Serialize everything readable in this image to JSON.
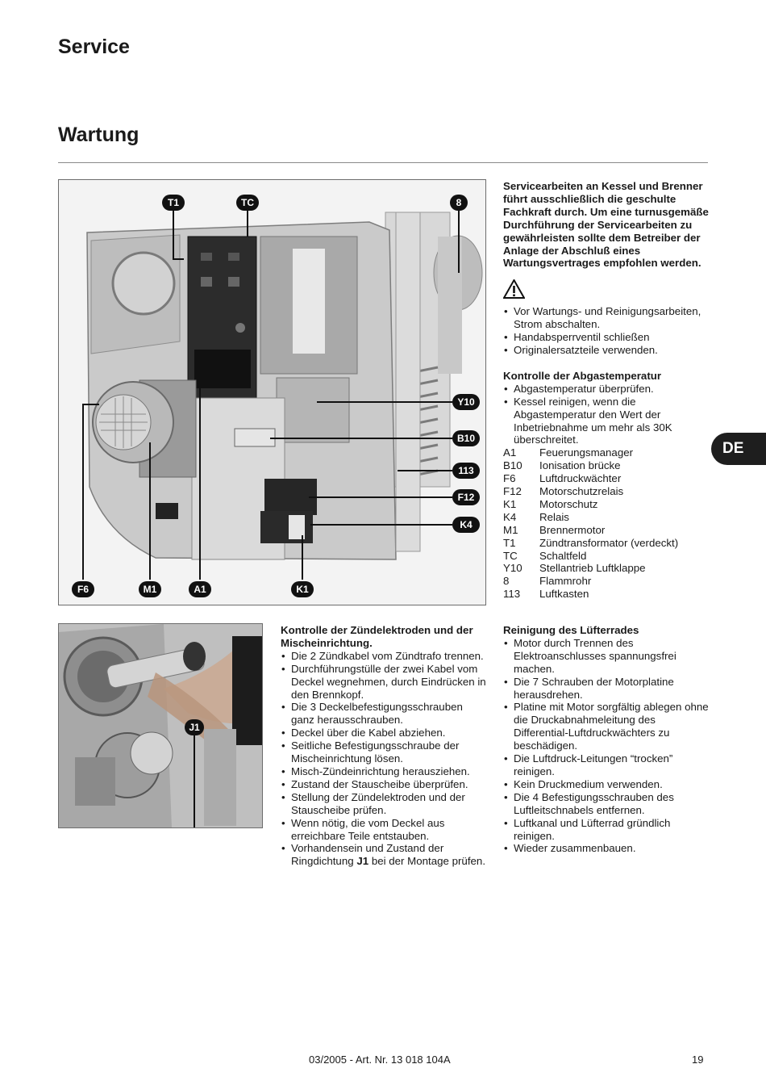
{
  "header": {
    "section_title": "Service",
    "subtitle": "Wartung"
  },
  "figure1": {
    "callouts": [
      "T1",
      "TC",
      "8",
      "Y10",
      "B10",
      "113",
      "F12",
      "K4",
      "F6",
      "M1",
      "A1",
      "K1"
    ]
  },
  "figure2": {
    "callouts": [
      "J1"
    ]
  },
  "intro": {
    "bold_text": "Servicearbeiten an Kessel und Brenner führt ausschließlich die geschulte Fachkraft durch. Um eine turnusgemäße Durchführung der Servicearbeiten zu gewährleisten sollte dem Betreiber der Anlage der Abschluß eines Wartungsvertrages empfohlen werden.",
    "warning_icon": "warning-triangle-icon",
    "bullets": [
      "Vor Wartungs- und Reinigungsarbeiten, Strom abschalten.",
      "Handabsperrventil schließen",
      "Originalersatzteile verwenden."
    ]
  },
  "abgas": {
    "heading": "Kontrolle der Abgastemperatur",
    "bullets": [
      "Abgastemperatur überprüfen.",
      "Kessel reinigen, wenn die Abgastemperatur den Wert der Inbetriebnahme um mehr als 30K überschreitet."
    ],
    "legend": [
      {
        "code": "A1",
        "label": "Feuerungsmanager"
      },
      {
        "code": "B10",
        "label": "Ionisation brücke"
      },
      {
        "code": "F6",
        "label": "Luftdruckwächter"
      },
      {
        "code": "F12",
        "label": "Motorschutzrelais"
      },
      {
        "code": "K1",
        "label": "Motorschutz"
      },
      {
        "code": "K4",
        "label": "Relais"
      },
      {
        "code": "M1",
        "label": "Brennermotor"
      },
      {
        "code": "T1",
        "label": "Zündtransformator (verdeckt)"
      },
      {
        "code": "TC",
        "label": "Schaltfeld"
      },
      {
        "code": "Y10",
        "label": "Stellantrieb Luftklappe"
      },
      {
        "code": "8",
        "label": "Flammrohr"
      },
      {
        "code": "113",
        "label": "Luftkasten"
      }
    ]
  },
  "zuend": {
    "heading": "Kontrolle der Zündelektroden und der Mischeinrichtung.",
    "bullets": [
      "Die 2 Zündkabel vom Zündtrafo trennen.",
      "Durchführungstülle der zwei Kabel vom Deckel wegnehmen, durch Eindrücken in den Brennkopf.",
      "Die 3 Deckelbefestigungsschrauben ganz herausschrauben.",
      "Deckel über die Kabel abziehen.",
      "Seitliche Befestigungsschraube der Mischeinrichtung lösen.",
      "Misch-Zündeinrichtung herausziehen.",
      "Zustand der Stauscheibe überprüfen.",
      "Stellung der Zündelektroden und der Stauscheibe prüfen.",
      "Wenn nötig, die vom Deckel aus erreichbare Teile entstauben."
    ],
    "last_bullet_pre": "Vorhandensein und Zustand der Ringdichtung ",
    "last_bullet_bold": "J1",
    "last_bullet_post": " bei der Montage prüfen."
  },
  "luefter": {
    "heading": "Reinigung des Lüfterrades",
    "bullets": [
      "Motor durch Trennen des Elektroanschlusses spannungsfrei machen.",
      "Die 7 Schrauben der Motorplatine herausdrehen.",
      "Platine mit Motor sorgfältig ablegen ohne die Druckabnahmeleitung des Differential-Luftdruckwächters zu beschädigen.",
      "Die Luftdruck-Leitungen “trocken” reinigen.",
      "Kein Druckmedium verwenden.",
      "Die 4 Befestigungsschrauben des Luftleitschnabels entfernen.",
      "Luftkanal und Lüfterrad gründlich reinigen.",
      "Wieder zusammenbauen."
    ]
  },
  "side_tab": "DE",
  "footer": {
    "article": "03/2005 - Art. Nr. 13 018 104A",
    "page_number": "19"
  }
}
